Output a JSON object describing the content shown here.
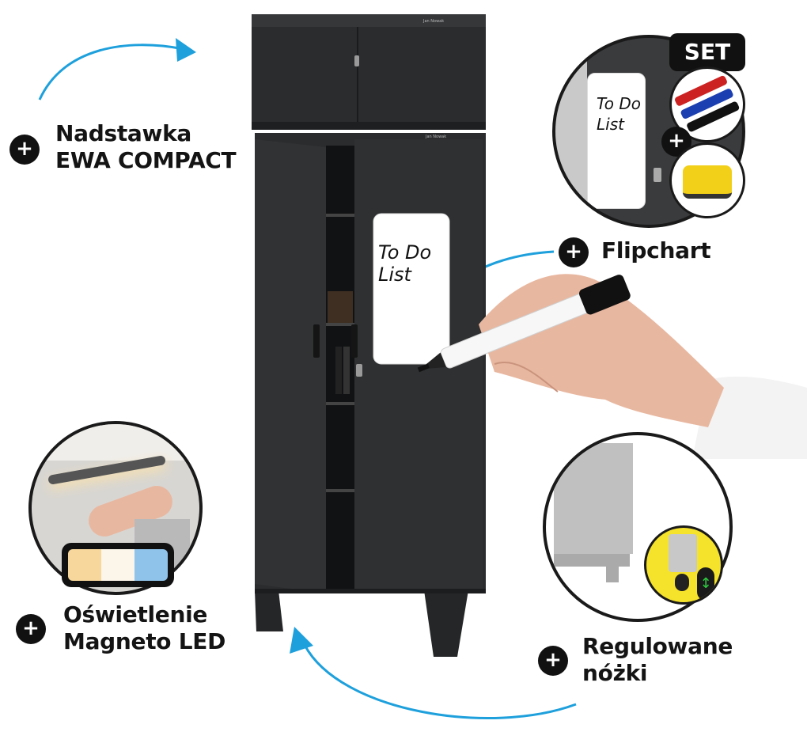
{
  "features": [
    {
      "line1": "Nadstawka",
      "line2": "EWA COMPACT",
      "icon": "plus-icon"
    },
    {
      "line1": "Flipchart",
      "icon": "plus-icon"
    },
    {
      "line1": "Oświetlenie",
      "line2": "Magneto LED",
      "icon": "plus-icon"
    },
    {
      "line1": "Regulowane",
      "line2": "nóżki",
      "icon": "plus-icon"
    }
  ],
  "flipchart_board": {
    "text_line1": "To Do",
    "text_line2": "List"
  },
  "set_badge": "SET",
  "brand_label": "Jan Nowak",
  "colors": {
    "cabinet": "#2b2c2e",
    "accent_arrow": "#1ea0dc",
    "label_text": "#141414",
    "sponge": "#f2cf19",
    "led_warm": "#f7d79c",
    "led_cool": "#8fc3ea"
  }
}
